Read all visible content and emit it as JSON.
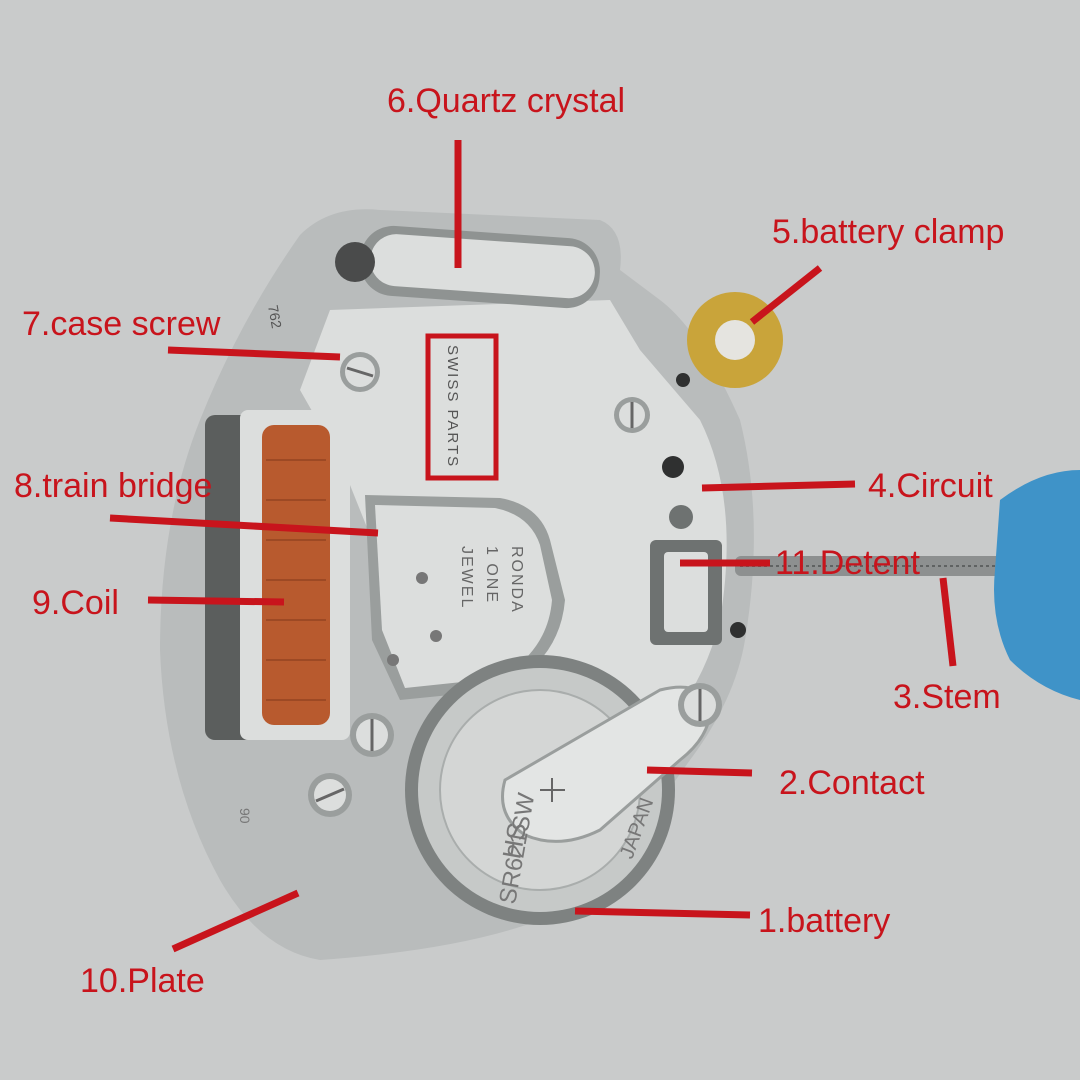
{
  "colors": {
    "background": "#c9cbcb",
    "plate": "#b9bcbc",
    "metal": "#dcdedd",
    "metal_dark": "#8f9392",
    "callout": "#c8141c",
    "coil": "#b85a2e",
    "brass": "#c9a43a",
    "stem_cap": "#3f93c8"
  },
  "labels": {
    "battery": "1.battery",
    "contact": "2.Contact",
    "stem": "3.Stem",
    "circuit": "4.Circuit",
    "battery_clamp": "5.battery clamp",
    "quartz_crystal": "6.Quartz crystal",
    "case_screw": "7.case screw",
    "train_bridge": "8.train bridge",
    "coil": "9.Coil",
    "plate": "10.Plate",
    "detent": "11.Detent"
  },
  "engravings": {
    "swiss_parts": "SWISS PARTS",
    "ronda_1": "RONDA",
    "ronda_2": "1 ONE",
    "ronda_3": "JEWEL",
    "battery_model": "SR621SW",
    "battery_brand": "HS",
    "battery_origin": "JAPAN",
    "plate_mark": "90",
    "side_mark": "762"
  }
}
